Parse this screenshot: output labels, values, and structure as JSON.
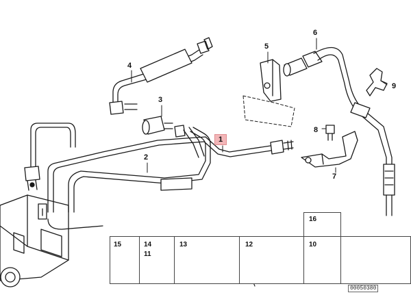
{
  "parts": {
    "p1": "1",
    "p2": "2",
    "p3": "3",
    "p4": "4",
    "p5": "5",
    "p6": "6",
    "p7": "7",
    "p8": "8",
    "p9": "9"
  },
  "strip": {
    "p10": "10",
    "p11": "11",
    "p12": "12",
    "p13": "13",
    "p14": "14",
    "p15": "15",
    "p16": "16"
  },
  "reference_code": "00050380",
  "colors": {
    "highlight_fill": "#f2b6b8",
    "line": "#1a1a1a"
  }
}
